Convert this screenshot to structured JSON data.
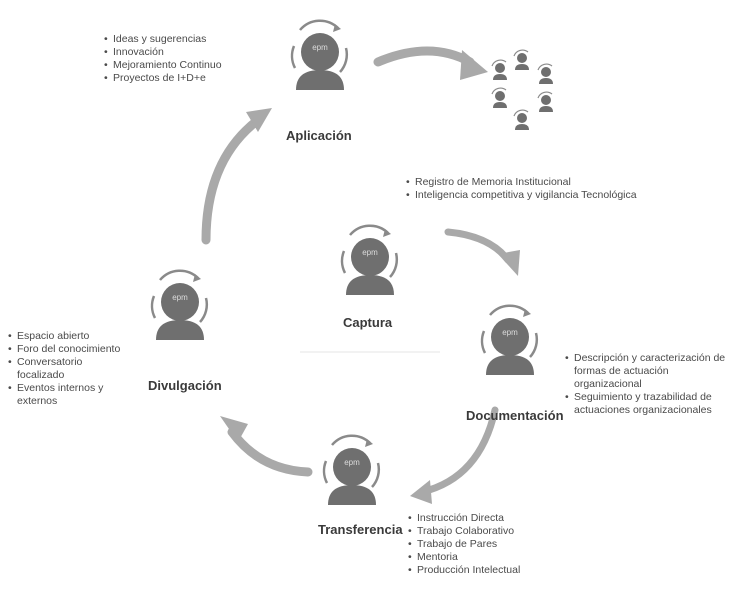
{
  "diagram": {
    "center": {
      "label": "Captura",
      "bullets": [
        "Registro de Memoria Institucional",
        "Inteligencia competitiva y vigilancia Tecnológica"
      ]
    },
    "stages": {
      "aplicacion": {
        "label": "Aplicación",
        "bullets": [
          "Ideas y sugerencias",
          "Innovación",
          "Mejoramiento Continuo",
          "Proyectos de I+D+e"
        ]
      },
      "documentacion": {
        "label": "Documentación",
        "bullets": [
          "Descripción y caracterización de formas de actuación organizacional",
          "Seguimiento y trazabilidad de actuaciones organizacionales"
        ]
      },
      "transferencia": {
        "label": "Transferencia",
        "bullets": [
          "Instrucción Directa",
          "Trabajo Colaborativo",
          "Trabajo de Pares",
          "Mentoria",
          "Producción Intelectual"
        ]
      },
      "divulgacion": {
        "label": "Divulgación",
        "bullets": [
          "Espacio abierto",
          "Foro del conocimiento",
          "Conversatorio focalizado",
          "Eventos internos y externos"
        ]
      }
    },
    "head_logo_text": "epm",
    "colors": {
      "head": "#6f6f6f",
      "arrow": "#a9a9a9",
      "text": "#3a3a3a"
    }
  }
}
